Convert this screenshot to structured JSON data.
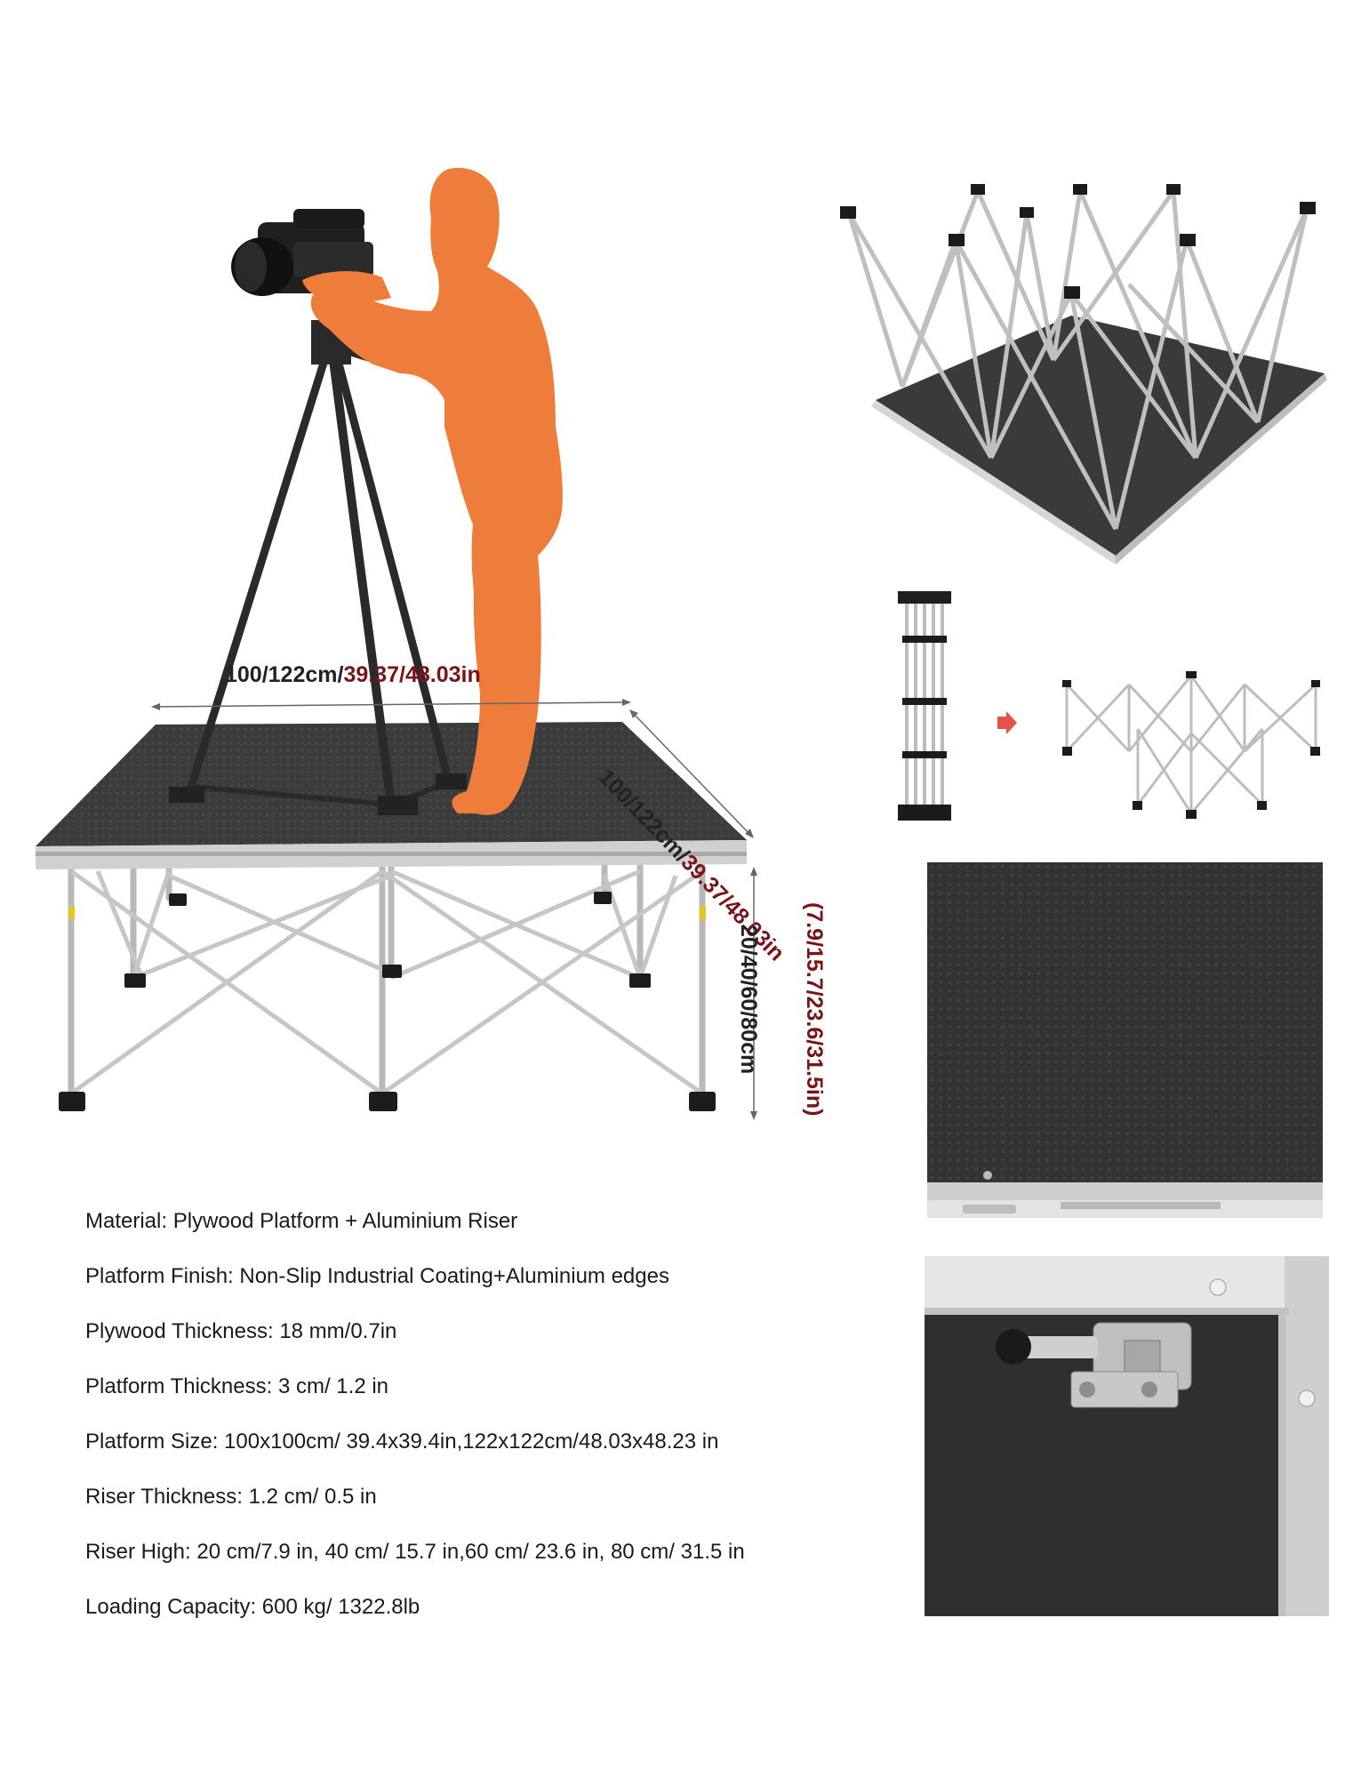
{
  "dimensions": {
    "width": {
      "metric": "100/122cm/",
      "imperial": "39.37/48.03in"
    },
    "depth": {
      "metric": "100/122cm/",
      "imperial": "39.37/48.03in"
    },
    "height": {
      "metric": "20/40/60/80cm",
      "imperial": "(7.9/15.7/23.6/31.5in)"
    }
  },
  "specs": [
    "Material: Plywood Platform + Aluminium Riser",
    "Platform Finish: Non-Slip Industrial Coating+Aluminium edges",
    "Plywood Thickness: 18 mm/0.7in",
    "Platform Thickness: 3 cm/ 1.2 in",
    "Platform Size: 100x100cm/ 39.4x39.4in,122x122cm/48.03x48.23 in",
    "Riser Thickness: 1.2 cm/ 0.5 in",
    "Riser High: 20 cm/7.9 in, 40 cm/ 15.7 in,60 cm/ 23.6 in, 80 cm/ 31.5 in",
    "Loading Capacity: 600 kg/ 1322.8lb"
  ],
  "colors": {
    "silhouette": "#ee7d3c",
    "platform": "#3a3a3a",
    "frame": "#c9c9c9",
    "imperial_text": "#7a1418",
    "arrow": "#e8504a"
  },
  "icons": [
    "camera-operator-silhouette",
    "tripod-camera",
    "stage-platform",
    "folding-riser-frame",
    "arrow-right-icon"
  ]
}
